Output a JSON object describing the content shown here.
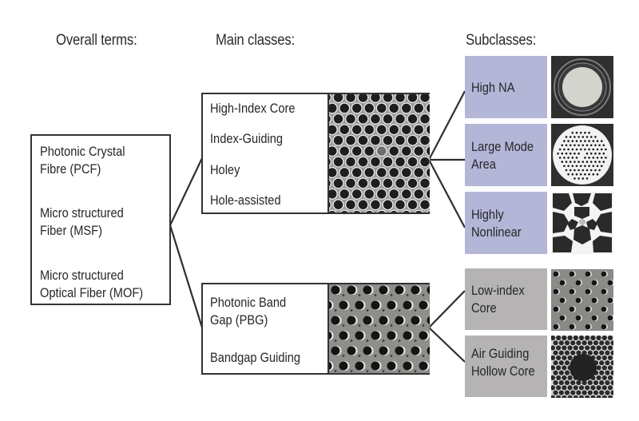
{
  "headers": {
    "overall": "Overall terms:",
    "main": "Main classes:",
    "sub": "Subclasses:"
  },
  "overall_terms": [
    {
      "line1": "Photonic Crystal",
      "line2": "Fibre (PCF)"
    },
    {
      "line1": "Micro structured",
      "line2": "Fiber (MSF)"
    },
    {
      "line1": "Micro structured",
      "line2": "Optical Fiber (MOF)"
    }
  ],
  "main_classes": [
    {
      "name": "index-guiding",
      "terms": [
        "High-Index Core",
        "Index-Guiding",
        "Holey",
        "Hole-assisted"
      ],
      "image": "hexagonal-hole-lattice-micrograph",
      "subclasses": [
        {
          "line1": "High NA",
          "line2": "",
          "image": "high-na-fiber-cross-section"
        },
        {
          "line1": "Large Mode",
          "line2": "Area",
          "image": "large-mode-area-fiber-cross-section"
        },
        {
          "line1": "Highly",
          "line2": "Nonlinear",
          "image": "highly-nonlinear-fiber-cross-section"
        }
      ]
    },
    {
      "name": "photonic-bandgap",
      "terms": [
        "Photonic Band",
        "Gap (PBG)",
        "Bandgap Guiding"
      ],
      "image": "bandgap-lattice-micrograph",
      "subclasses": [
        {
          "line1": "Low-index",
          "line2": "Core",
          "image": "low-index-core-fiber-cross-section"
        },
        {
          "line1": "Air Guiding",
          "line2": "Hollow Core",
          "image": "hollow-core-fiber-cross-section"
        }
      ]
    }
  ],
  "colors": {
    "index_guiding_sub": "#b4b6d8",
    "bandgap_sub": "#b5b3b4",
    "line": "#2e2e2e"
  }
}
